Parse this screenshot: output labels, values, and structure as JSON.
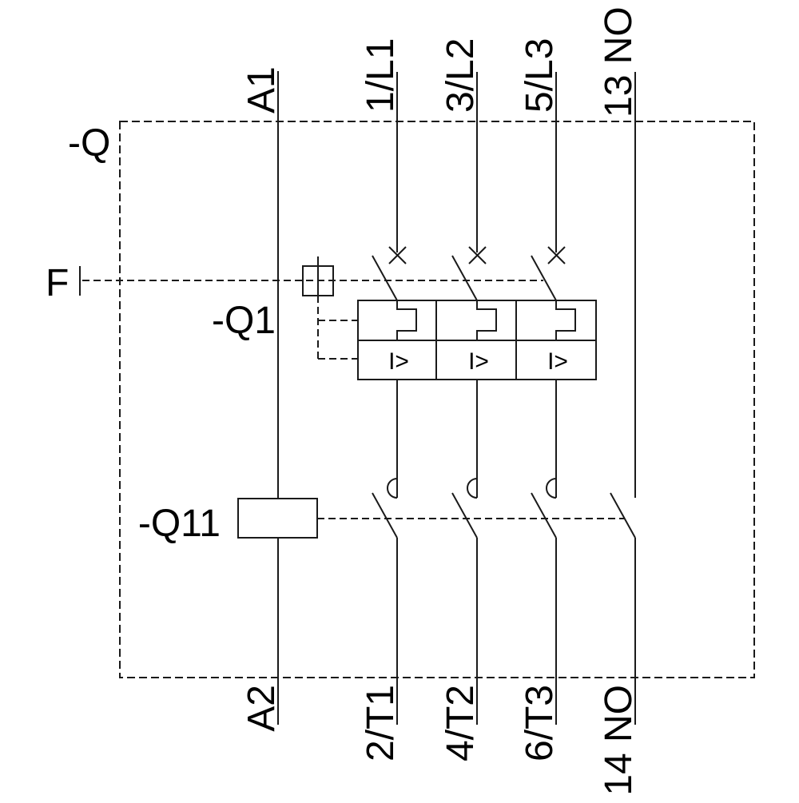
{
  "colors": {
    "background": "#ffffff",
    "line": "#1a1a1a",
    "text": "#000000"
  },
  "device_labels": {
    "enclosure": "-Q",
    "trip_input": "F",
    "circuit_breaker": "-Q1",
    "contactor": "-Q11"
  },
  "terminals": {
    "top": [
      {
        "label": "A1"
      },
      {
        "label": "1/L1"
      },
      {
        "label": "3/L2"
      },
      {
        "label": "5/L3"
      },
      {
        "label": "13 NO"
      }
    ],
    "bottom": [
      {
        "label": "A2"
      },
      {
        "label": "2/T1"
      },
      {
        "label": "4/T2"
      },
      {
        "label": "6/T3"
      },
      {
        "label": "14 NO"
      }
    ]
  },
  "symbols": {
    "overcurrent_release": "I>"
  }
}
